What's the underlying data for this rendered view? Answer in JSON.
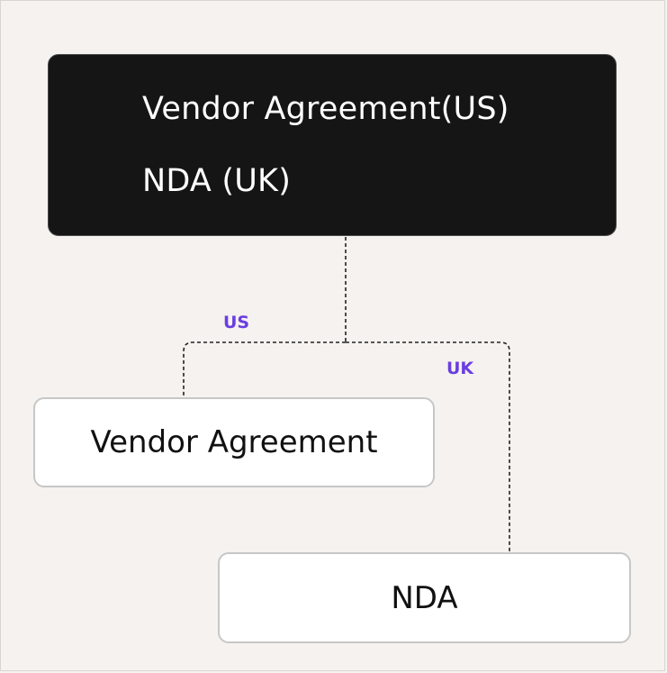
{
  "source": {
    "lines": [
      "Vendor Agreement(US)",
      "NDA (UK)"
    ]
  },
  "branches": {
    "us_label": "US",
    "uk_label": "UK"
  },
  "targets": {
    "vendor": "Vendor Agreement",
    "nda": "NDA"
  },
  "colors": {
    "background": "#f5f2ef",
    "source_fill": "#151515",
    "label_accent": "#6a3ee0",
    "box_border": "#c7c7c7"
  }
}
